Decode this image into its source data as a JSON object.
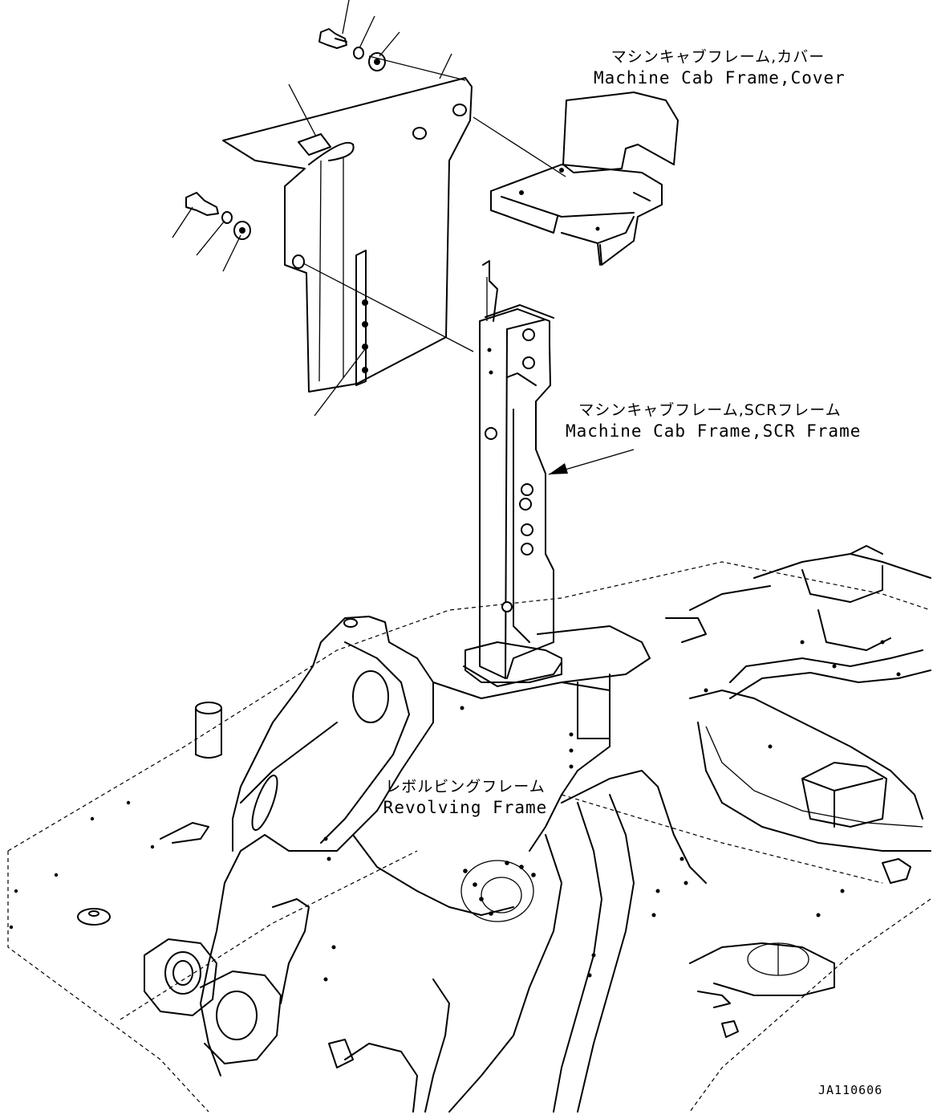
{
  "labels": {
    "cover": {
      "jp": "マシンキャブフレーム,カバー",
      "en": "Machine Cab Frame,Cover"
    },
    "scr_frame": {
      "jp": "マシンキャブフレーム,SCRフレーム",
      "en": "Machine Cab Frame,SCR Frame"
    },
    "revolving_frame": {
      "jp": "レボルビングフレーム",
      "en": "Revolving Frame"
    }
  },
  "drawing_id": "JA110606"
}
